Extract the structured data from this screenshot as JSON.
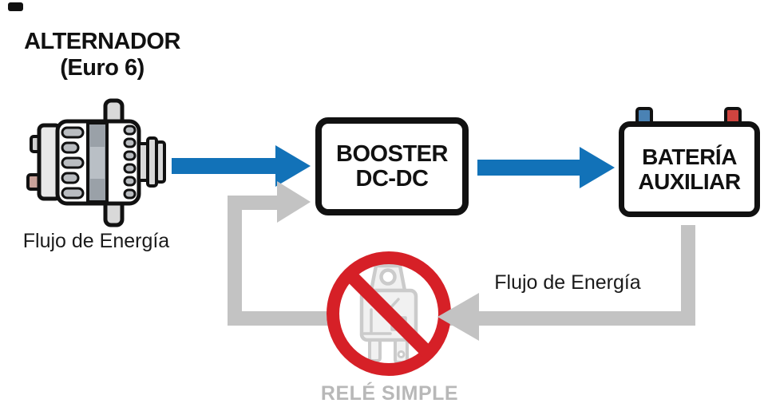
{
  "diagram": {
    "alternator": {
      "title_line1": "ALTERNADOR",
      "title_line2": "(Euro 6)",
      "flow_label": "Flujo de Energía"
    },
    "booster": {
      "label_line1": "BOOSTER",
      "label_line2": "DC-DC"
    },
    "battery": {
      "label_line1": "BATERÍA",
      "label_line2": "AUXILIAR"
    },
    "return_path": {
      "flow_label": "Flujo de Energía",
      "relay_label": "RELÉ SIMPLE"
    }
  },
  "colors": {
    "flow_active": "#1272b8",
    "flow_blocked": "#c3c3c3",
    "prohibition": "#d62027",
    "relay_icon_stroke": "#cbcbcb",
    "relay_icon_fill": "#f1f1f1",
    "relay_label": "#b8b8b8",
    "terminal_negative": "#4a82b4",
    "terminal_positive": "#cf443f",
    "outline": "#111111",
    "background": "#ffffff"
  }
}
